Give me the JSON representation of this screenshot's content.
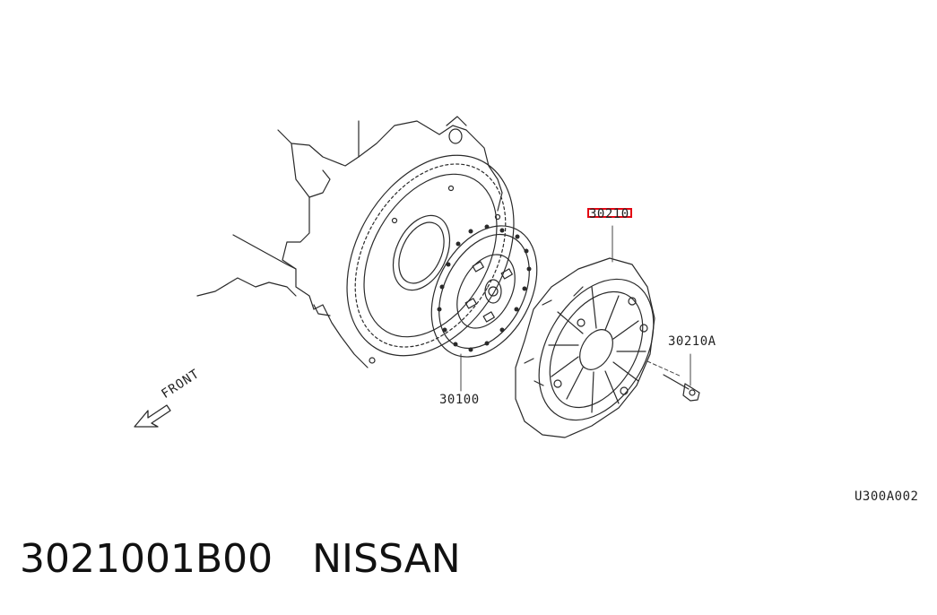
{
  "diagram": {
    "callouts": {
      "pressure_plate": "30210",
      "bolt": "30210A",
      "clutch_disc": "30100"
    },
    "direction_label": "FRONT",
    "figure_code": "U300A002",
    "highlight_color": "#e30613"
  },
  "footer": {
    "part_number": "3021001B00",
    "brand": "NISSAN"
  }
}
